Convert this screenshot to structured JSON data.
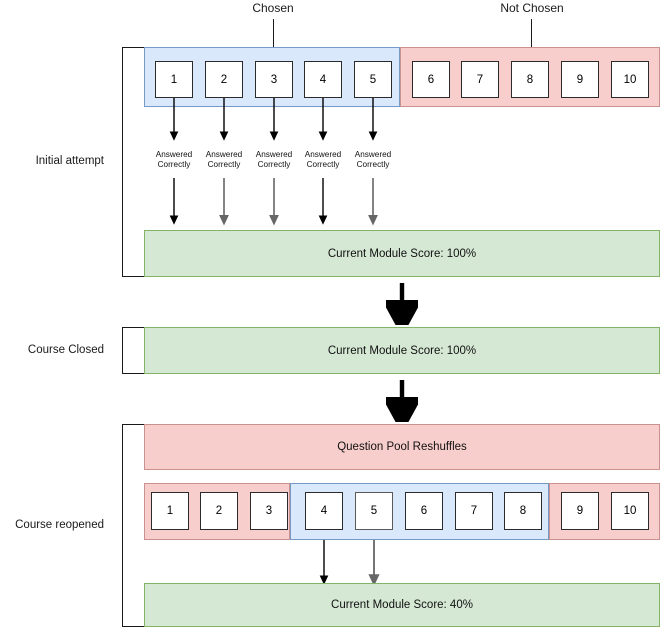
{
  "diagram": {
    "title_callouts": [
      {
        "label": "Chosen"
      },
      {
        "label": "Not Chosen"
      }
    ],
    "sections": [
      {
        "id": "initial-attempt",
        "label": "Initial attempt",
        "pool": {
          "chosen_band_label": "Chosen",
          "not_chosen_band_label": "Not Chosen",
          "chosen": [
            "1",
            "2",
            "3",
            "4",
            "5"
          ],
          "not_chosen": [
            "6",
            "7",
            "8",
            "9",
            "10"
          ]
        },
        "answer_captions": [
          "Answered\nCorrectly",
          "Answered\nCorrectly",
          "Answered\nCorrectly",
          "Answered\nCorrectly",
          "Answered\nCorrectly"
        ],
        "score": "Current Module Score: 100%"
      },
      {
        "id": "course-closed",
        "label": "Course Closed",
        "score": "Current Module Score: 100%"
      },
      {
        "id": "course-reopened",
        "label": "Course reopened",
        "pool_header": "Question Pool Reshuffles",
        "pool": {
          "leading_not_chosen": [
            "1",
            "2",
            "3"
          ],
          "chosen": [
            "4",
            "5",
            "6",
            "7",
            "8"
          ],
          "trailing_not_chosen": [
            "9",
            "10"
          ]
        },
        "score": "Current Module Score: 40%"
      }
    ],
    "colors": {
      "chosen_fill": "#dae8fc",
      "chosen_stroke": "#7799c8",
      "not_chosen_fill": "#f8cecc",
      "not_chosen_stroke": "#c9928f",
      "score_fill": "#d5e8d4",
      "score_stroke": "#82b366",
      "box_stroke": "#2b2b2b",
      "arrow": "#000000",
      "arrow_grey": "#666666",
      "text": "#1a1a1a"
    }
  }
}
